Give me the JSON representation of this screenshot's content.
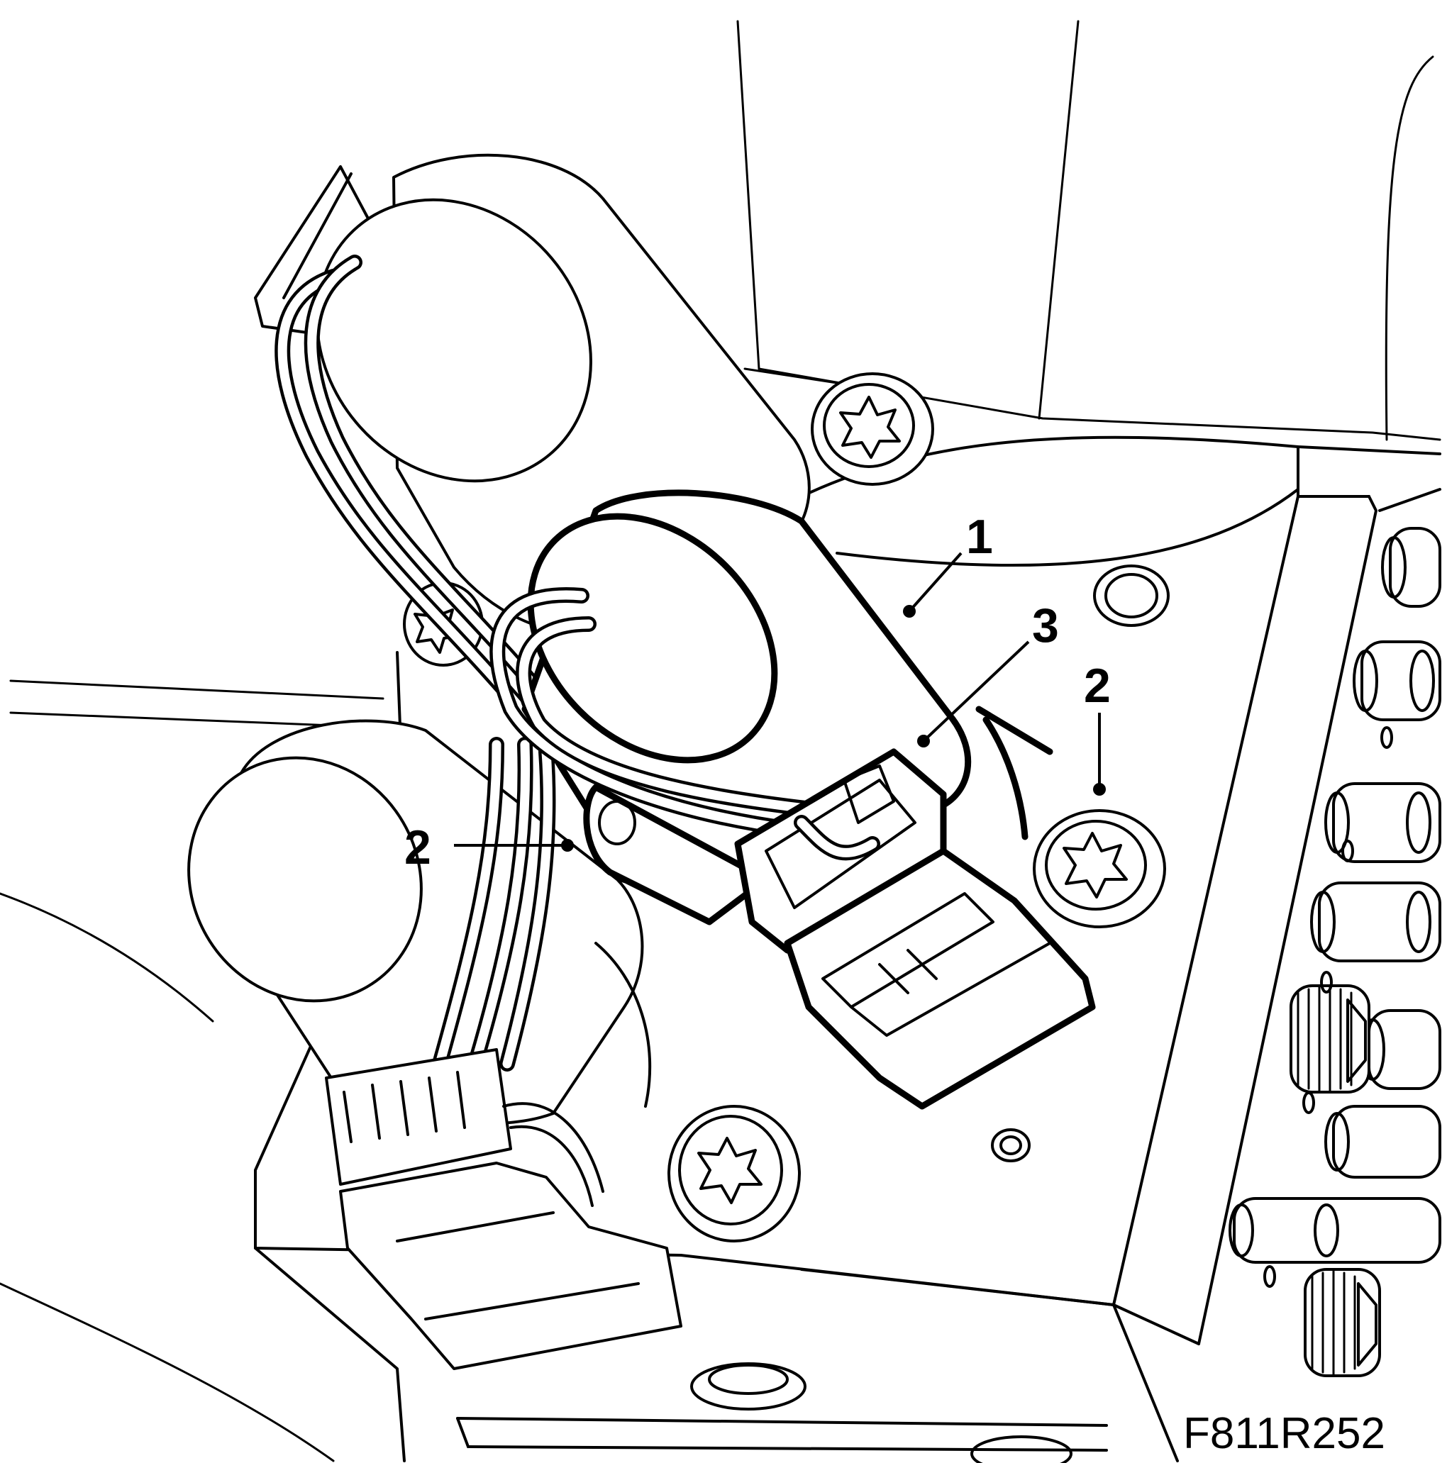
{
  "figure": {
    "code": "F811R252",
    "callouts": [
      {
        "id": "1",
        "label": "1"
      },
      {
        "id": "2a",
        "label": "2"
      },
      {
        "id": "2b",
        "label": "2"
      },
      {
        "id": "3",
        "label": "3"
      }
    ]
  },
  "colors": {
    "line": "#000000",
    "background": "#ffffff"
  }
}
